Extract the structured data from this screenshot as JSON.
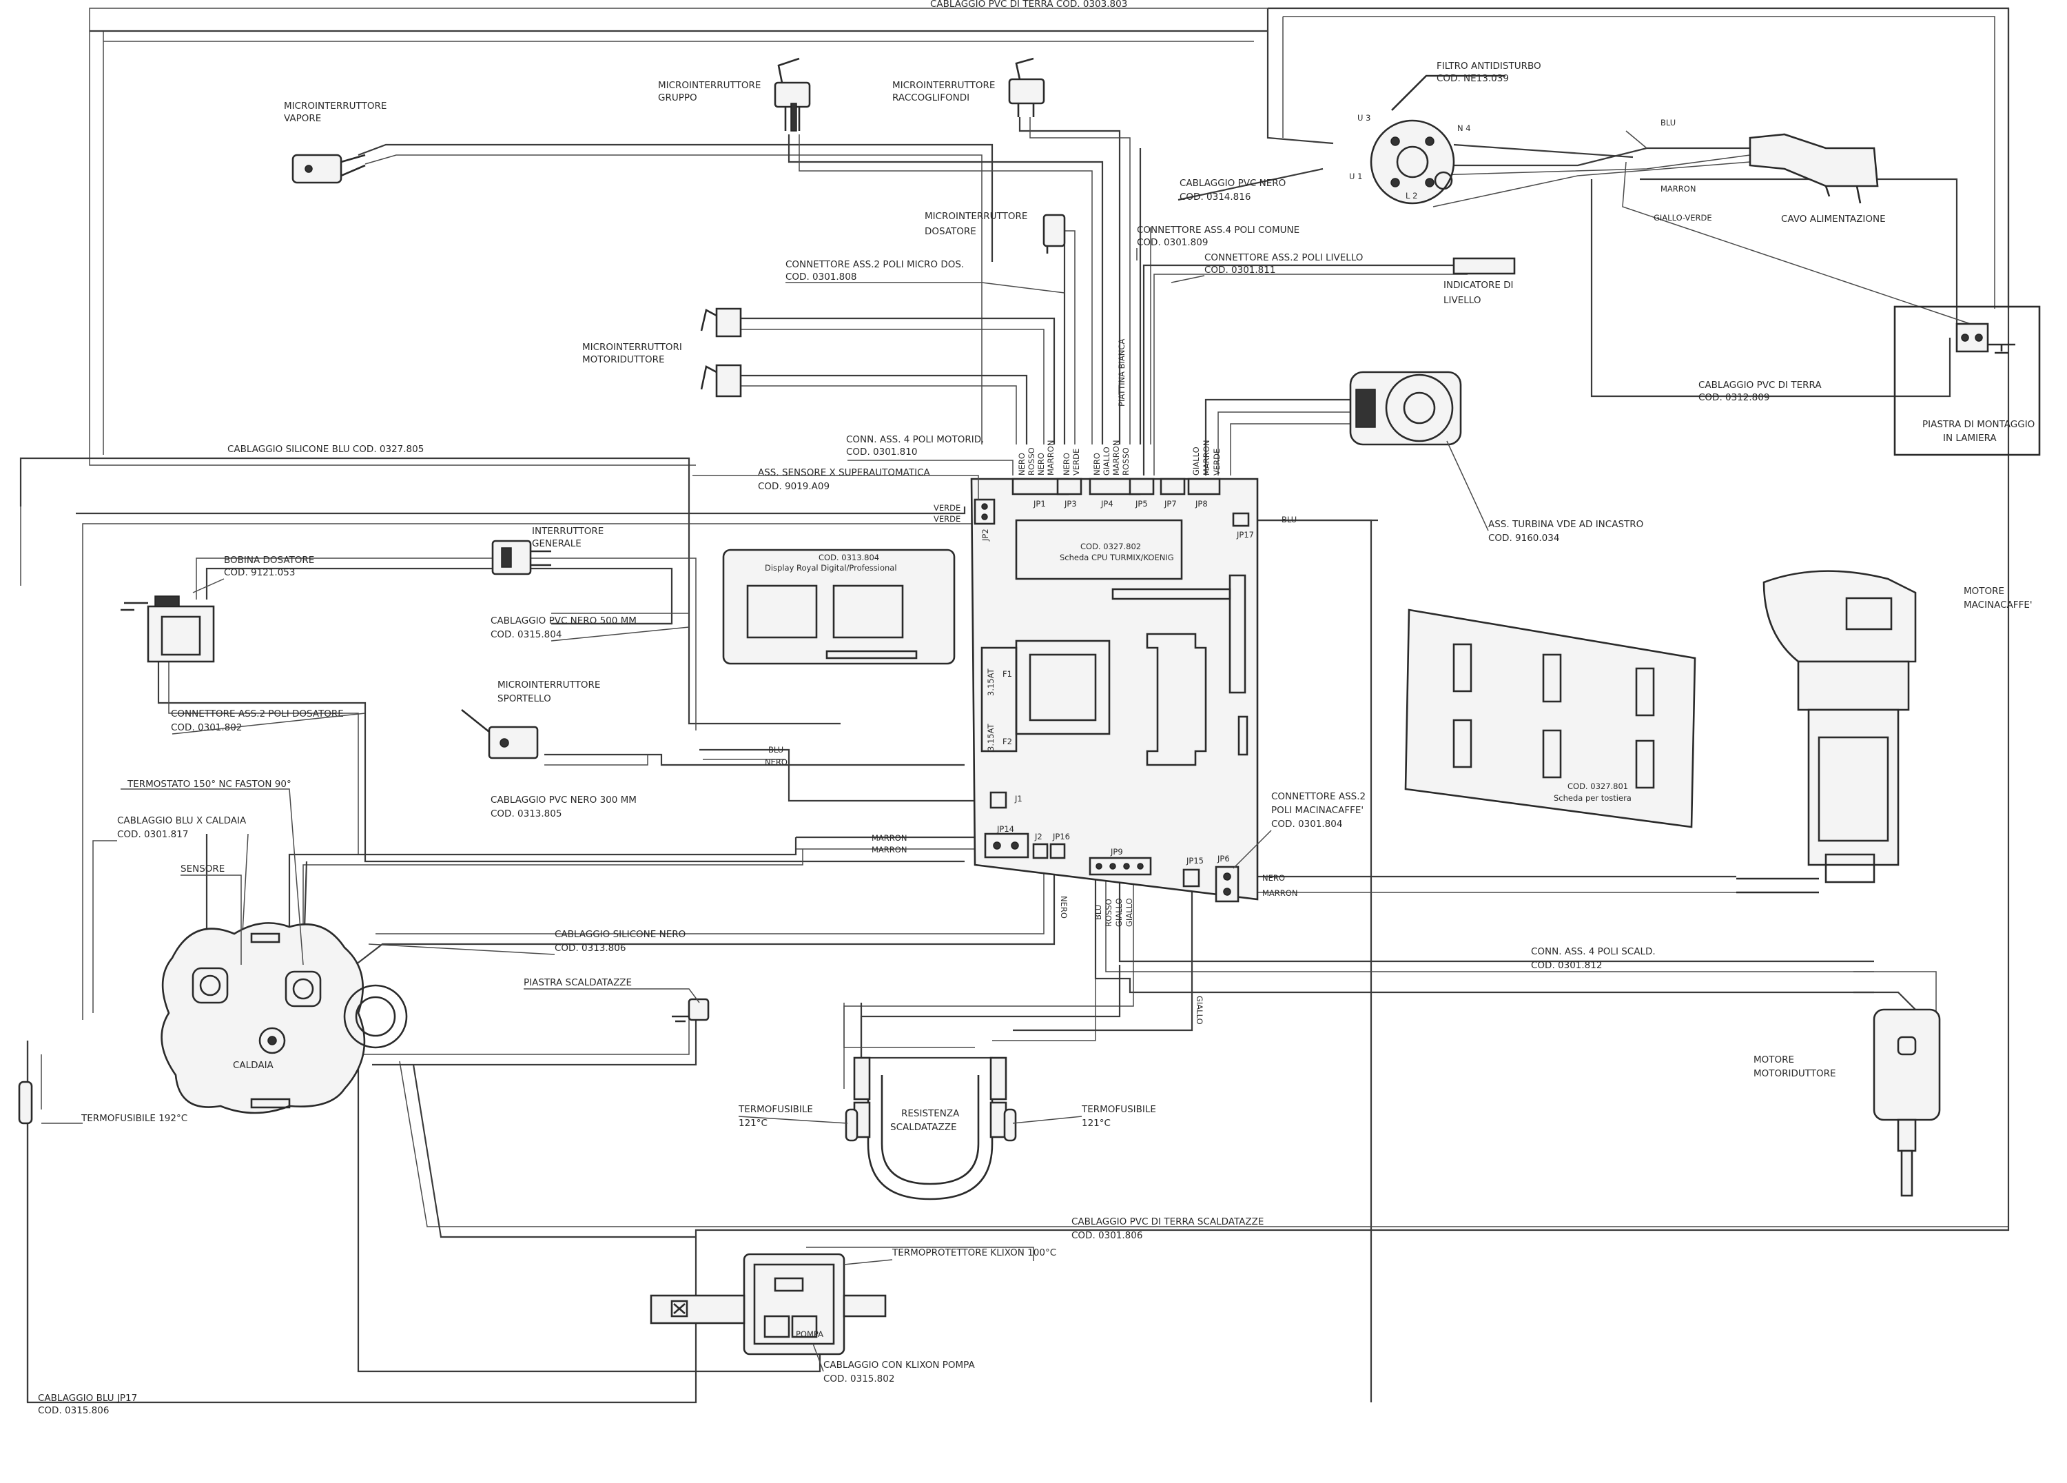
{
  "labels": {
    "cablaggio_pvc_terra_top": "CABLAGGIO PVC DI TERRA  COD. 0303.803",
    "micro_vapore": "MICROINTERRUTTORE",
    "micro_vapore_2": "VAPORE",
    "micro_gruppo": "MICROINTERRUTTORE",
    "micro_gruppo_2": "GRUPPO",
    "micro_raccogli": "MICROINTERRUTTORE",
    "micro_raccogli_2": "RACCOGLIFONDI",
    "filtro": "FILTRO ANTIDISTURBO",
    "filtro_cod": "COD. NE13.039",
    "u3": "U 3",
    "n4": "N 4",
    "u1": "U 1",
    "l2": "L 2",
    "blu_cavo": "BLU",
    "marron_cavo": "MARRON",
    "giallo_verde": "GIALLO-VERDE",
    "cavo_alim": "CAVO ALIMENTAZIONE",
    "cablaggio_pvc_nero": "CABLAGGIO PVC NERO",
    "cablaggio_pvc_nero_cod": "COD. 0314.816",
    "micro_dosatore": "MICROINTERRUTTORE",
    "micro_dosatore_2": "DOSATORE",
    "conn_4_comune": "CONNETTORE ASS.4 POLI COMUNE",
    "conn_4_comune_cod": "COD. 0301.809",
    "conn_2_livello": "CONNETTORE ASS.2 POLI LIVELLO",
    "conn_2_livello_cod": "COD. 0301.811",
    "conn_2_micro_dos": "CONNETTORE ASS.2 POLI MICRO DOS.",
    "conn_2_micro_dos_cod": "COD. 0301.808",
    "indicatore": "INDICATORE DI",
    "indicatore_2": "LIVELLO",
    "micro_motorid": "MICROINTERRUTTORI",
    "micro_motorid_2": "MOTORIDUTTORE",
    "piattina": "PIATTINA BIANCA",
    "cablaggio_pvc_terra_2": "CABLAGGIO PVC DI TERRA",
    "cablaggio_pvc_terra_2_cod": "COD. 0312.809",
    "piastra_montaggio": "PIASTRA DI MONTAGGIO",
    "piastra_montaggio_2": "IN LAMIERA",
    "cablaggio_silicone_blu": "CABLAGGIO SILICONE BLU  COD. 0327.805",
    "conn_4_motorid": "CONN. ASS. 4 POLI MOTORID.",
    "conn_4_motorid_cod": "COD. 0301.810",
    "ass_sensore": "ASS. SENSORE X SUPERAUTOMATICA",
    "ass_sensore_cod": "COD. 9019.A09",
    "verde1": "VERDE",
    "verde2": "VERDE",
    "jp2": "JP2",
    "jp1": "JP1",
    "jp3": "JP3",
    "jp4": "JP4",
    "jp5": "JP5",
    "jp7": "JP7",
    "jp8": "JP8",
    "jp17": "JP17",
    "blu_jp17": "BLU",
    "jp1_wires": [
      "NERO",
      "ROSSO",
      "NERO",
      "MARRON"
    ],
    "jp3_wires": [
      "NERO",
      "VERDE"
    ],
    "jp4_wires": [
      "NERO",
      "GIALLO",
      "MARRON",
      "ROSSO"
    ],
    "jp8_wires": [
      "GIALLO",
      "MARRON",
      "VERDE"
    ],
    "ass_turbina": "ASS. TURBINA VDE AD INCASTRO",
    "ass_turbina_cod": "COD. 9160.034",
    "scheda_cpu_cod": "COD. 0327.802",
    "scheda_cpu": "Scheda CPU TURMIX/KOENIG",
    "interruttore": "INTERRUTTORE",
    "interruttore_2": "GENERALE",
    "display_cod": "COD. 0313.804",
    "display": "Display Royal Digital/Professional",
    "bobina": "BOBINA DOSATORE",
    "bobina_cod": "COD. 9121.053",
    "cablaggio_500": "CABLAGGIO PVC NERO 500 MM",
    "cablaggio_500_cod": "COD. 0315.804",
    "motore_macina": "MOTORE",
    "motore_macina_2": "MACINACAFFE'",
    "micro_sportello": "MICROINTERRUTTORE",
    "micro_sportello_2": "SPORTELLO",
    "conn_2_dosatore": "CONNETTORE ASS.2 POLI DOSATORE",
    "conn_2_dosatore_cod": "COD. 0301.802",
    "blu_j1": "BLU",
    "nero_j1": "NERO",
    "j1": "J1",
    "termostato": "TERMOSTATO 150° NC FASTON 90°",
    "cablaggio_300": "CABLAGGIO PVC NERO 300 MM",
    "cablaggio_300_cod": "COD. 0313.805",
    "tostiera_cod": "COD. 0327.801",
    "tostiera": "Scheda per tostiera",
    "conn_2_macina": "CONNETTORE ASS.2",
    "conn_2_macina_2": "POLI MACINACAFFE'",
    "conn_2_macina_cod": "COD. 0301.804",
    "cablaggio_blu_caldaia": "CABLAGGIO BLU X CALDAIA",
    "cablaggio_blu_caldaia_cod": "COD. 0301.817",
    "marron1": "MARRON",
    "marron2": "MARRON",
    "jp14": "JP14",
    "j2": "J2",
    "jp16": "JP16",
    "jp9": "JP9",
    "jp15": "JP15",
    "jp6": "JP6",
    "nero_jp6": "NERO",
    "marron_jp6": "MARRON",
    "sensore": "SENSORE",
    "nero_vert": "NERO",
    "jp9_wires": [
      "BLU",
      "ROSSO",
      "GIALLO",
      "GIALLO"
    ],
    "cablaggio_silicone_nero": "CABLAGGIO SILICONE NERO",
    "cablaggio_silicone_nero_cod": "COD. 0313.806",
    "conn_4_scald": "CONN. ASS. 4 POLI SCALD.",
    "conn_4_scald_cod": "COD. 0301.812",
    "piastra_scald": "PIASTRA SCALDATAZZE",
    "caldaia": "CALDAIA",
    "giallo_vert": "GIALLO",
    "motore_motorid": "MOTORE",
    "motore_motorid_2": "MOTORIDUTTORE",
    "termofusibile_l": "TERMOFUSIBILE",
    "termofusibile_l_t": "121°C",
    "resistenza": "RESISTENZA",
    "resistenza_2": "SCALDATAZZE",
    "termofusibile_r": "TERMOFUSIBILE",
    "termofusibile_r_t": "121°C",
    "termofusibile_192": "TERMOFUSIBILE 192°C",
    "cablaggio_terra_scald": "CABLAGGIO PVC DI TERRA SCALDATAZZE",
    "cablaggio_terra_scald_cod": "COD. 0301.806",
    "termoprotettore": "TERMOPROTETTORE KLIXON 100°C",
    "pompa": "POMPA",
    "cablaggio_klixon": "CABLAGGIO CON KLIXON POMPA",
    "cablaggio_klixon_cod": "COD. 0315.802",
    "cablaggio_blu_jp17": "CABLAGGIO BLU JP17",
    "cablaggio_blu_jp17_cod": "COD. 0315.806",
    "f1": "F1",
    "f2": "F2",
    "fuse1": "3.15AT",
    "fuse2": "3.15AT"
  }
}
